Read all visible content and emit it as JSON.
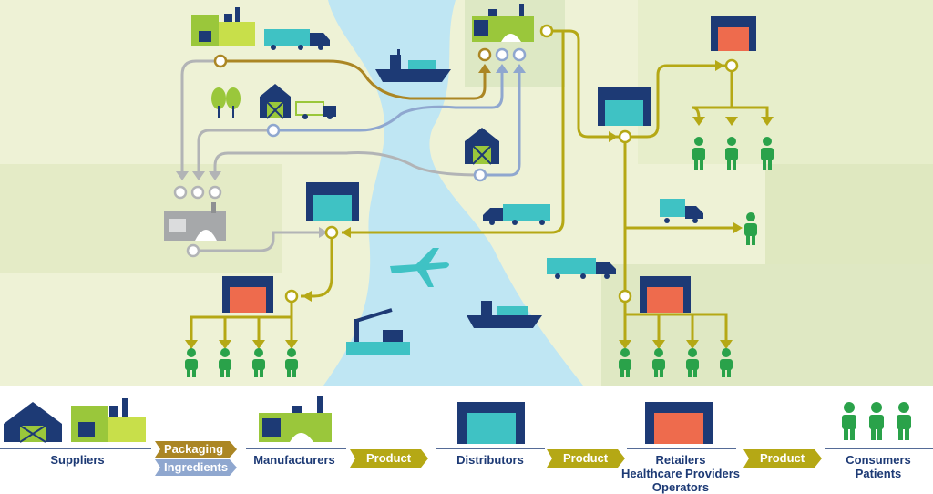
{
  "colors": {
    "navy": "#1d3a75",
    "olive": "#b5a815",
    "steel": "#8fa7cf",
    "grey": "#b2b4b6",
    "orange_brown": "#ab8624",
    "green": "#2aa24a",
    "lime": "#9ac73b",
    "teal": "#3fc2c4",
    "coral": "#ee6b4d",
    "river": "#bfe6f3",
    "land_light": "#eef2d6",
    "land_mid": "#e3ebc6"
  },
  "legend": {
    "suppliers": "Suppliers",
    "packaging": "Packaging",
    "ingredients": "Ingredients",
    "manufacturers": "Manufacturers",
    "product_1": "Product",
    "distributors": "Distributors",
    "product_2": "Product",
    "retailers": "Retailers",
    "healthcare_providers": "Healthcare Providers",
    "operators": "Operators",
    "product_3": "Product",
    "consumers": "Consumers",
    "patients": "Patients"
  },
  "map_icons": [
    "factory-icon",
    "truck-icon",
    "cargo-ship-icon",
    "barn-icon",
    "tree-icon",
    "tractor-icon",
    "warehouse-icon",
    "store-icon",
    "person-icon",
    "airplane-icon",
    "crane-barge-icon"
  ]
}
